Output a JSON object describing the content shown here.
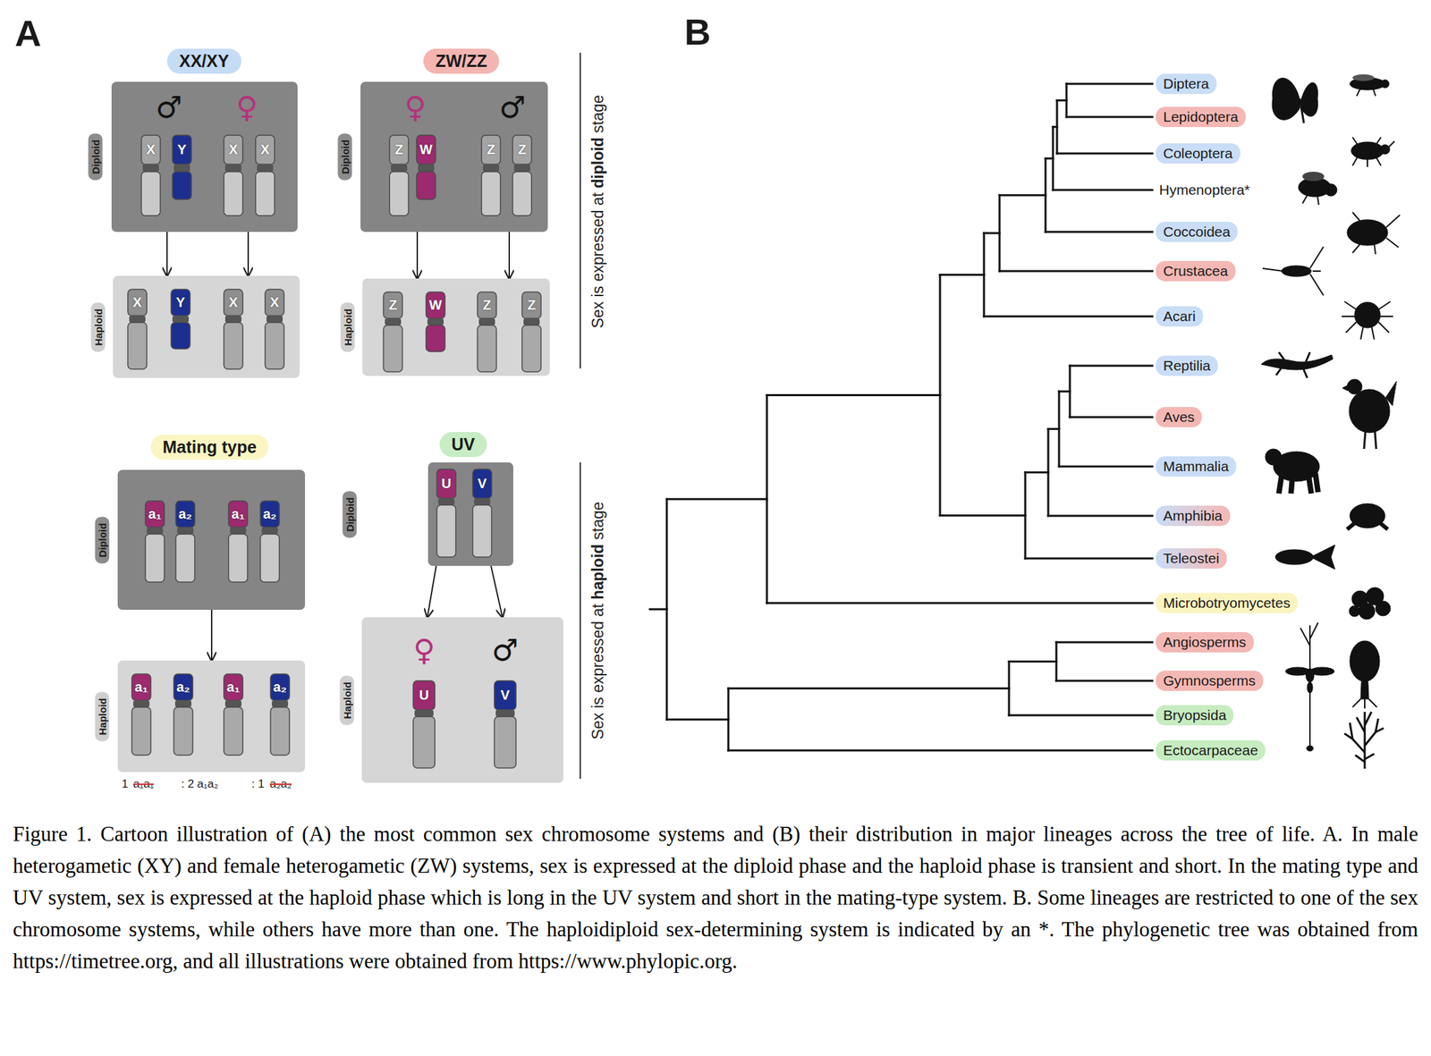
{
  "diagram": {
    "caption": "Figure 1. Cartoon illustration of (A) the most common sex chromosome systems and (B) their distribution in major lineages across the tree of life. A. In male heterogametic (XY) and female heterogametic (ZW) systems, sex is expressed at the diploid phase and the haploid phase is transient and short. In the mating type and UV system, sex is expressed at the haploid phase which is long in the UV system and short in the mating-type system. B. Some lineages are restricted to one of the sex chromosome systems, while others have more than one. The haploidiploid sex-determining system is indicated by an *. The phylogenetic tree was obtained from https://timetree.org, and all illustrations were obtained from https://www.phylopic.org.",
    "nodes": [
      {
        "text": [
          "XX/XY"
        ]
      },
      {
        "text": [
          "Diploid",
          "♂",
          "♀"
        ]
      },
      {
        "text": [
          "X"
        ],
        "in": 1
      },
      {
        "text": [
          "Y"
        ],
        "in": 1
      },
      {
        "text": [
          "X"
        ],
        "in": 1
      },
      {
        "text": [
          "X"
        ],
        "in": 1
      },
      {
        "text": [
          "Haploid"
        ]
      },
      {
        "text": [
          "X"
        ],
        "in": 6
      },
      {
        "text": [
          "Y"
        ],
        "in": 6
      },
      {
        "text": [
          "X"
        ],
        "in": 6
      },
      {
        "text": [
          "X"
        ],
        "in": 6
      },
      {
        "text": [
          "ZW/ZZ"
        ]
      },
      {
        "text": [
          "Diploid",
          "♀",
          "♂"
        ]
      },
      {
        "text": [
          "Z"
        ],
        "in": 12
      },
      {
        "text": [
          "W"
        ],
        "in": 12
      },
      {
        "text": [
          "Z"
        ],
        "in": 12
      },
      {
        "text": [
          "Z"
        ],
        "in": 12
      },
      {
        "text": [
          "Haploid"
        ]
      },
      {
        "text": [
          "Z"
        ],
        "in": 17
      },
      {
        "text": [
          "W"
        ],
        "in": 17
      },
      {
        "text": [
          "Z"
        ],
        "in": 17
      },
      {
        "text": [
          "Z"
        ],
        "in": 17
      },
      {
        "text": [
          "Mating type"
        ]
      },
      {
        "text": [
          "Diploid"
        ]
      },
      {
        "text": [
          "a₁"
        ],
        "in": 23
      },
      {
        "text": [
          "a₂"
        ],
        "in": 23
      },
      {
        "text": [
          "a₁"
        ],
        "in": 23
      },
      {
        "text": [
          "a₂"
        ],
        "in": 23
      },
      {
        "text": [
          "Haploid"
        ]
      },
      {
        "text": [
          "a₁"
        ],
        "in": 28
      },
      {
        "text": [
          "a₂"
        ],
        "in": 28
      },
      {
        "text": [
          "a₁"
        ],
        "in": 28
      },
      {
        "text": [
          "a₂"
        ],
        "in": 28
      },
      {
        "text": [
          "UV"
        ]
      },
      {
        "text": [
          "Diploid"
        ]
      },
      {
        "text": [
          "U"
        ],
        "in": 34
      },
      {
        "text": [
          "V"
        ],
        "in": 34
      },
      {
        "text": [
          "Haploid",
          "♀",
          "♂"
        ]
      },
      {
        "text": [
          "U"
        ],
        "in": 37
      },
      {
        "text": [
          "V"
        ],
        "in": 37
      },
      {
        "text": [
          "Diptera"
        ]
      },
      {
        "text": [
          "Lepidoptera"
        ]
      },
      {
        "text": [
          "Coleoptera"
        ]
      },
      {
        "text": [
          "Coccoidea"
        ]
      },
      {
        "text": [
          "Crustacea"
        ]
      },
      {
        "text": [
          "Acari"
        ]
      },
      {
        "text": [
          "Reptilia"
        ]
      },
      {
        "text": [
          "Aves"
        ]
      },
      {
        "text": [
          "Mammalia"
        ]
      },
      {
        "text": [
          "Amphibia"
        ]
      },
      {
        "text": [
          "Teleostei"
        ]
      },
      {
        "text": [
          "Microbotryomycetes"
        ]
      },
      {
        "text": [
          "Angiosperms"
        ]
      },
      {
        "text": [
          "Gymnosperms"
        ]
      },
      {
        "text": [
          "Bryopsida"
        ]
      },
      {
        "text": [
          "Ectocarpaceae"
        ]
      }
    ],
    "edges": [
      {
        "from": 1,
        "to": 6,
        "arrow": "to"
      },
      {
        "from": 1,
        "to": 6,
        "arrow": "to"
      },
      {
        "from": 12,
        "to": 17,
        "arrow": "to"
      },
      {
        "from": 12,
        "to": 17,
        "arrow": "to"
      },
      {
        "from": 23,
        "to": 28,
        "arrow": "to"
      },
      {
        "from": 34,
        "to": 37,
        "arrow": "to"
      },
      {
        "from": 34,
        "to": 37,
        "arrow": "to"
      }
    ],
    "labels": [
      "A",
      "B",
      "Sex is expressed at",
      "diploid",
      "stage",
      "Sex is expressed at",
      "haploid",
      "stage",
      "1",
      "a₁a₁",
      ": 2 a₁a₂",
      ": 1",
      "a₂a₂",
      "Hymenoptera*"
    ]
  }
}
